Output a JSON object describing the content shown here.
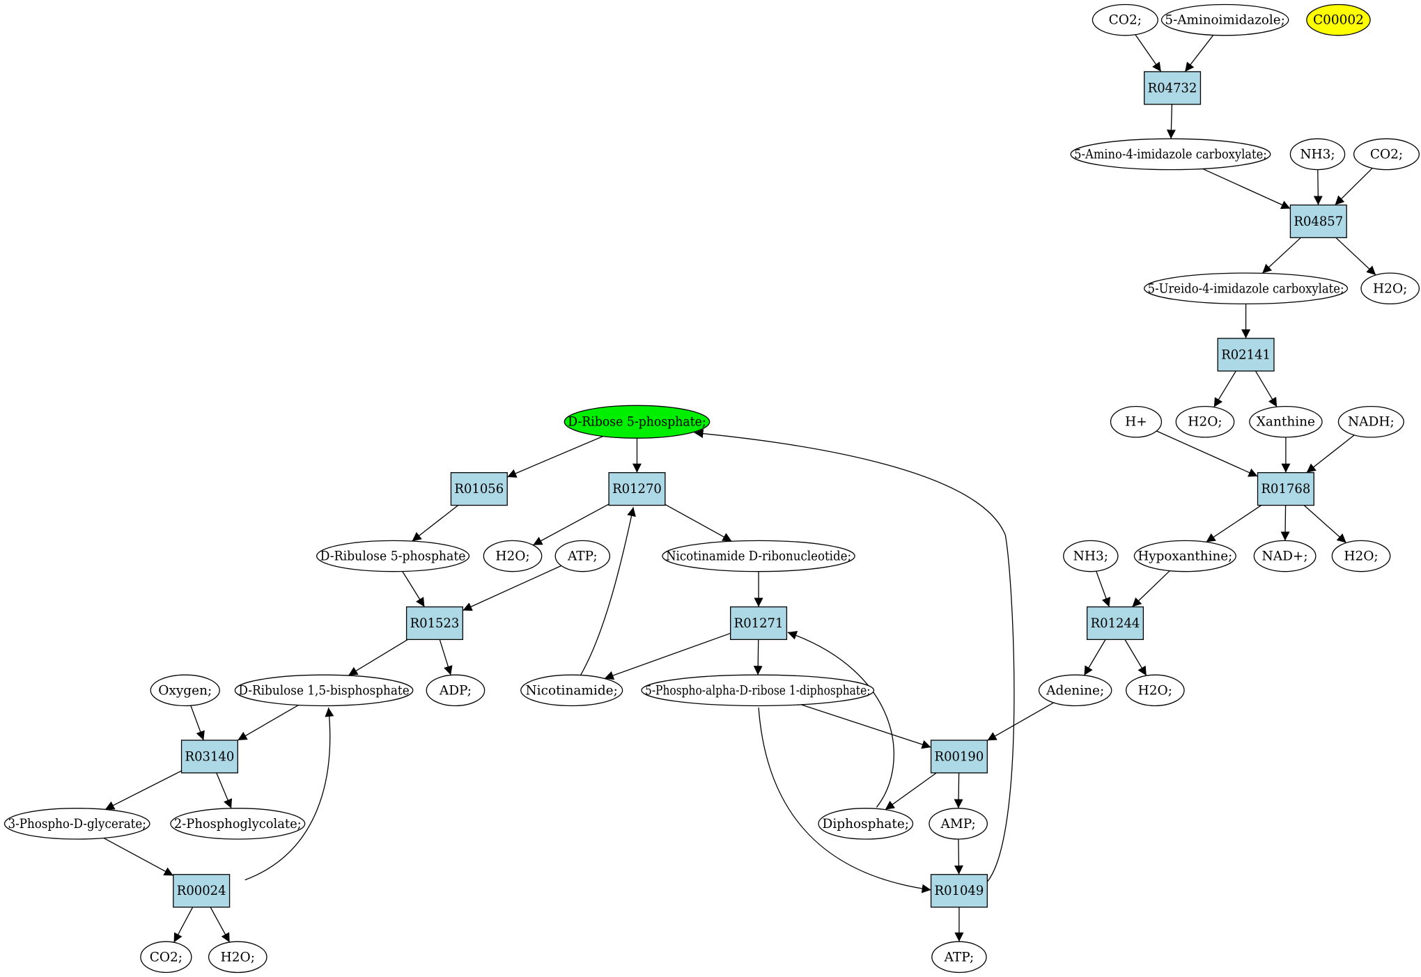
{
  "colors": {
    "reaction_fill": "#add8e6",
    "compound_fill": "#ffffff",
    "start_fill": "#00ee00",
    "highlight_fill": "#ffff00",
    "stroke": "#000000"
  },
  "nodes": {
    "CO2_top": {
      "label": "CO2;",
      "type": "compound"
    },
    "AIm": {
      "label": "5-Aminoimidazole;",
      "type": "compound"
    },
    "C00002": {
      "label": "C00002",
      "type": "highlight"
    },
    "R04732": {
      "label": "R04732",
      "type": "reaction"
    },
    "AIC": {
      "label": "5-Amino-4-imidazole carboxylate;",
      "type": "compound"
    },
    "NH3_a": {
      "label": "NH3;",
      "type": "compound"
    },
    "CO2_b": {
      "label": "CO2;",
      "type": "compound"
    },
    "R04857": {
      "label": "R04857",
      "type": "reaction"
    },
    "UIC": {
      "label": "5-Ureido-4-imidazole carboxylate;",
      "type": "compound"
    },
    "H2O_a": {
      "label": "H2O;",
      "type": "compound"
    },
    "R02141": {
      "label": "R02141",
      "type": "reaction"
    },
    "Hplus": {
      "label": "H+",
      "type": "compound"
    },
    "H2O_b": {
      "label": "H2O;",
      "type": "compound"
    },
    "Xanthine": {
      "label": "Xanthine",
      "type": "compound"
    },
    "NADH": {
      "label": "NADH;",
      "type": "compound"
    },
    "R01768": {
      "label": "R01768",
      "type": "reaction"
    },
    "NH3_b": {
      "label": "NH3;",
      "type": "compound"
    },
    "Hypoxanthine": {
      "label": "Hypoxanthine;",
      "type": "compound"
    },
    "NADplus": {
      "label": "NAD+;",
      "type": "compound"
    },
    "H2O_c": {
      "label": "H2O;",
      "type": "compound"
    },
    "R01244": {
      "label": "R01244",
      "type": "reaction"
    },
    "Adenine": {
      "label": "Adenine;",
      "type": "compound"
    },
    "H2O_d": {
      "label": "H2O;",
      "type": "compound"
    },
    "DR5P": {
      "label": "D-Ribose 5-phosphate;",
      "type": "start"
    },
    "R01056": {
      "label": "R01056",
      "type": "reaction"
    },
    "R01270": {
      "label": "R01270",
      "type": "reaction"
    },
    "DRu5P": {
      "label": "D-Ribulose 5-phosphate",
      "type": "compound"
    },
    "H2O_e": {
      "label": "H2O;",
      "type": "compound"
    },
    "ATP_a": {
      "label": "ATP;",
      "type": "compound"
    },
    "NMN": {
      "label": "Nicotinamide D-ribonucleotide;",
      "type": "compound"
    },
    "R01523": {
      "label": "R01523",
      "type": "reaction"
    },
    "R01271": {
      "label": "R01271",
      "type": "reaction"
    },
    "Oxygen": {
      "label": "Oxygen;",
      "type": "compound"
    },
    "RuBP": {
      "label": "D-Ribulose 1,5-bisphosphate",
      "type": "compound"
    },
    "ADP": {
      "label": "ADP;",
      "type": "compound"
    },
    "Nicotinamide": {
      "label": "Nicotinamide;",
      "type": "compound"
    },
    "PRPP": {
      "label": "5-Phospho-alpha-D-ribose 1-diphosphate;",
      "type": "compound"
    },
    "R03140": {
      "label": "R03140",
      "type": "reaction"
    },
    "R00190": {
      "label": "R00190",
      "type": "reaction"
    },
    "PGA": {
      "label": "3-Phospho-D-glycerate;",
      "type": "compound"
    },
    "PGlyc": {
      "label": "2-Phosphoglycolate;",
      "type": "compound"
    },
    "Diphosphate": {
      "label": "Diphosphate;",
      "type": "compound"
    },
    "AMP": {
      "label": "AMP;",
      "type": "compound"
    },
    "R00024": {
      "label": "R00024",
      "type": "reaction"
    },
    "R01049": {
      "label": "R01049",
      "type": "reaction"
    },
    "CO2_c": {
      "label": "CO2;",
      "type": "compound"
    },
    "H2O_f": {
      "label": "H2O;",
      "type": "compound"
    },
    "ATP_b": {
      "label": "ATP;",
      "type": "compound"
    }
  },
  "edges": [
    [
      "CO2_top",
      "R04732"
    ],
    [
      "AIm",
      "R04732"
    ],
    [
      "R04732",
      "AIC"
    ],
    [
      "AIC",
      "R04857"
    ],
    [
      "NH3_a",
      "R04857"
    ],
    [
      "CO2_b",
      "R04857"
    ],
    [
      "R04857",
      "UIC"
    ],
    [
      "R04857",
      "H2O_a"
    ],
    [
      "UIC",
      "R02141"
    ],
    [
      "R02141",
      "H2O_b"
    ],
    [
      "R02141",
      "Xanthine"
    ],
    [
      "Hplus",
      "R01768"
    ],
    [
      "Xanthine",
      "R01768"
    ],
    [
      "NADH",
      "R01768"
    ],
    [
      "R01768",
      "Hypoxanthine"
    ],
    [
      "R01768",
      "NADplus"
    ],
    [
      "R01768",
      "H2O_c"
    ],
    [
      "NH3_b",
      "R01244"
    ],
    [
      "Hypoxanthine",
      "R01244"
    ],
    [
      "R01244",
      "Adenine"
    ],
    [
      "R01244",
      "H2O_d"
    ],
    [
      "DR5P",
      "R01056"
    ],
    [
      "DR5P",
      "R01270"
    ],
    [
      "R01056",
      "DRu5P"
    ],
    [
      "R01270",
      "H2O_e"
    ],
    [
      "R01270",
      "NMN"
    ],
    [
      "DRu5P",
      "R01523"
    ],
    [
      "ATP_a",
      "R01523"
    ],
    [
      "R01523",
      "RuBP"
    ],
    [
      "R01523",
      "ADP"
    ],
    [
      "NMN",
      "R01271"
    ],
    [
      "R01271",
      "Nicotinamide"
    ],
    [
      "R01271",
      "PRPP"
    ],
    [
      "Nicotinamide",
      "R01270"
    ],
    [
      "Diphosphate",
      "R01271"
    ],
    [
      "Oxygen",
      "R03140"
    ],
    [
      "RuBP",
      "R03140"
    ],
    [
      "R03140",
      "PGA"
    ],
    [
      "R03140",
      "PGlyc"
    ],
    [
      "PGA",
      "R00024"
    ],
    [
      "R00024",
      "RuBP"
    ],
    [
      "R00024",
      "CO2_c"
    ],
    [
      "R00024",
      "H2O_f"
    ],
    [
      "PRPP",
      "R00190"
    ],
    [
      "Adenine",
      "R00190"
    ],
    [
      "R00190",
      "Diphosphate"
    ],
    [
      "R00190",
      "AMP"
    ],
    [
      "AMP",
      "R01049"
    ],
    [
      "PRPP",
      "R01049"
    ],
    [
      "R01049",
      "ATP_b"
    ],
    [
      "R01049",
      "DR5P"
    ]
  ]
}
